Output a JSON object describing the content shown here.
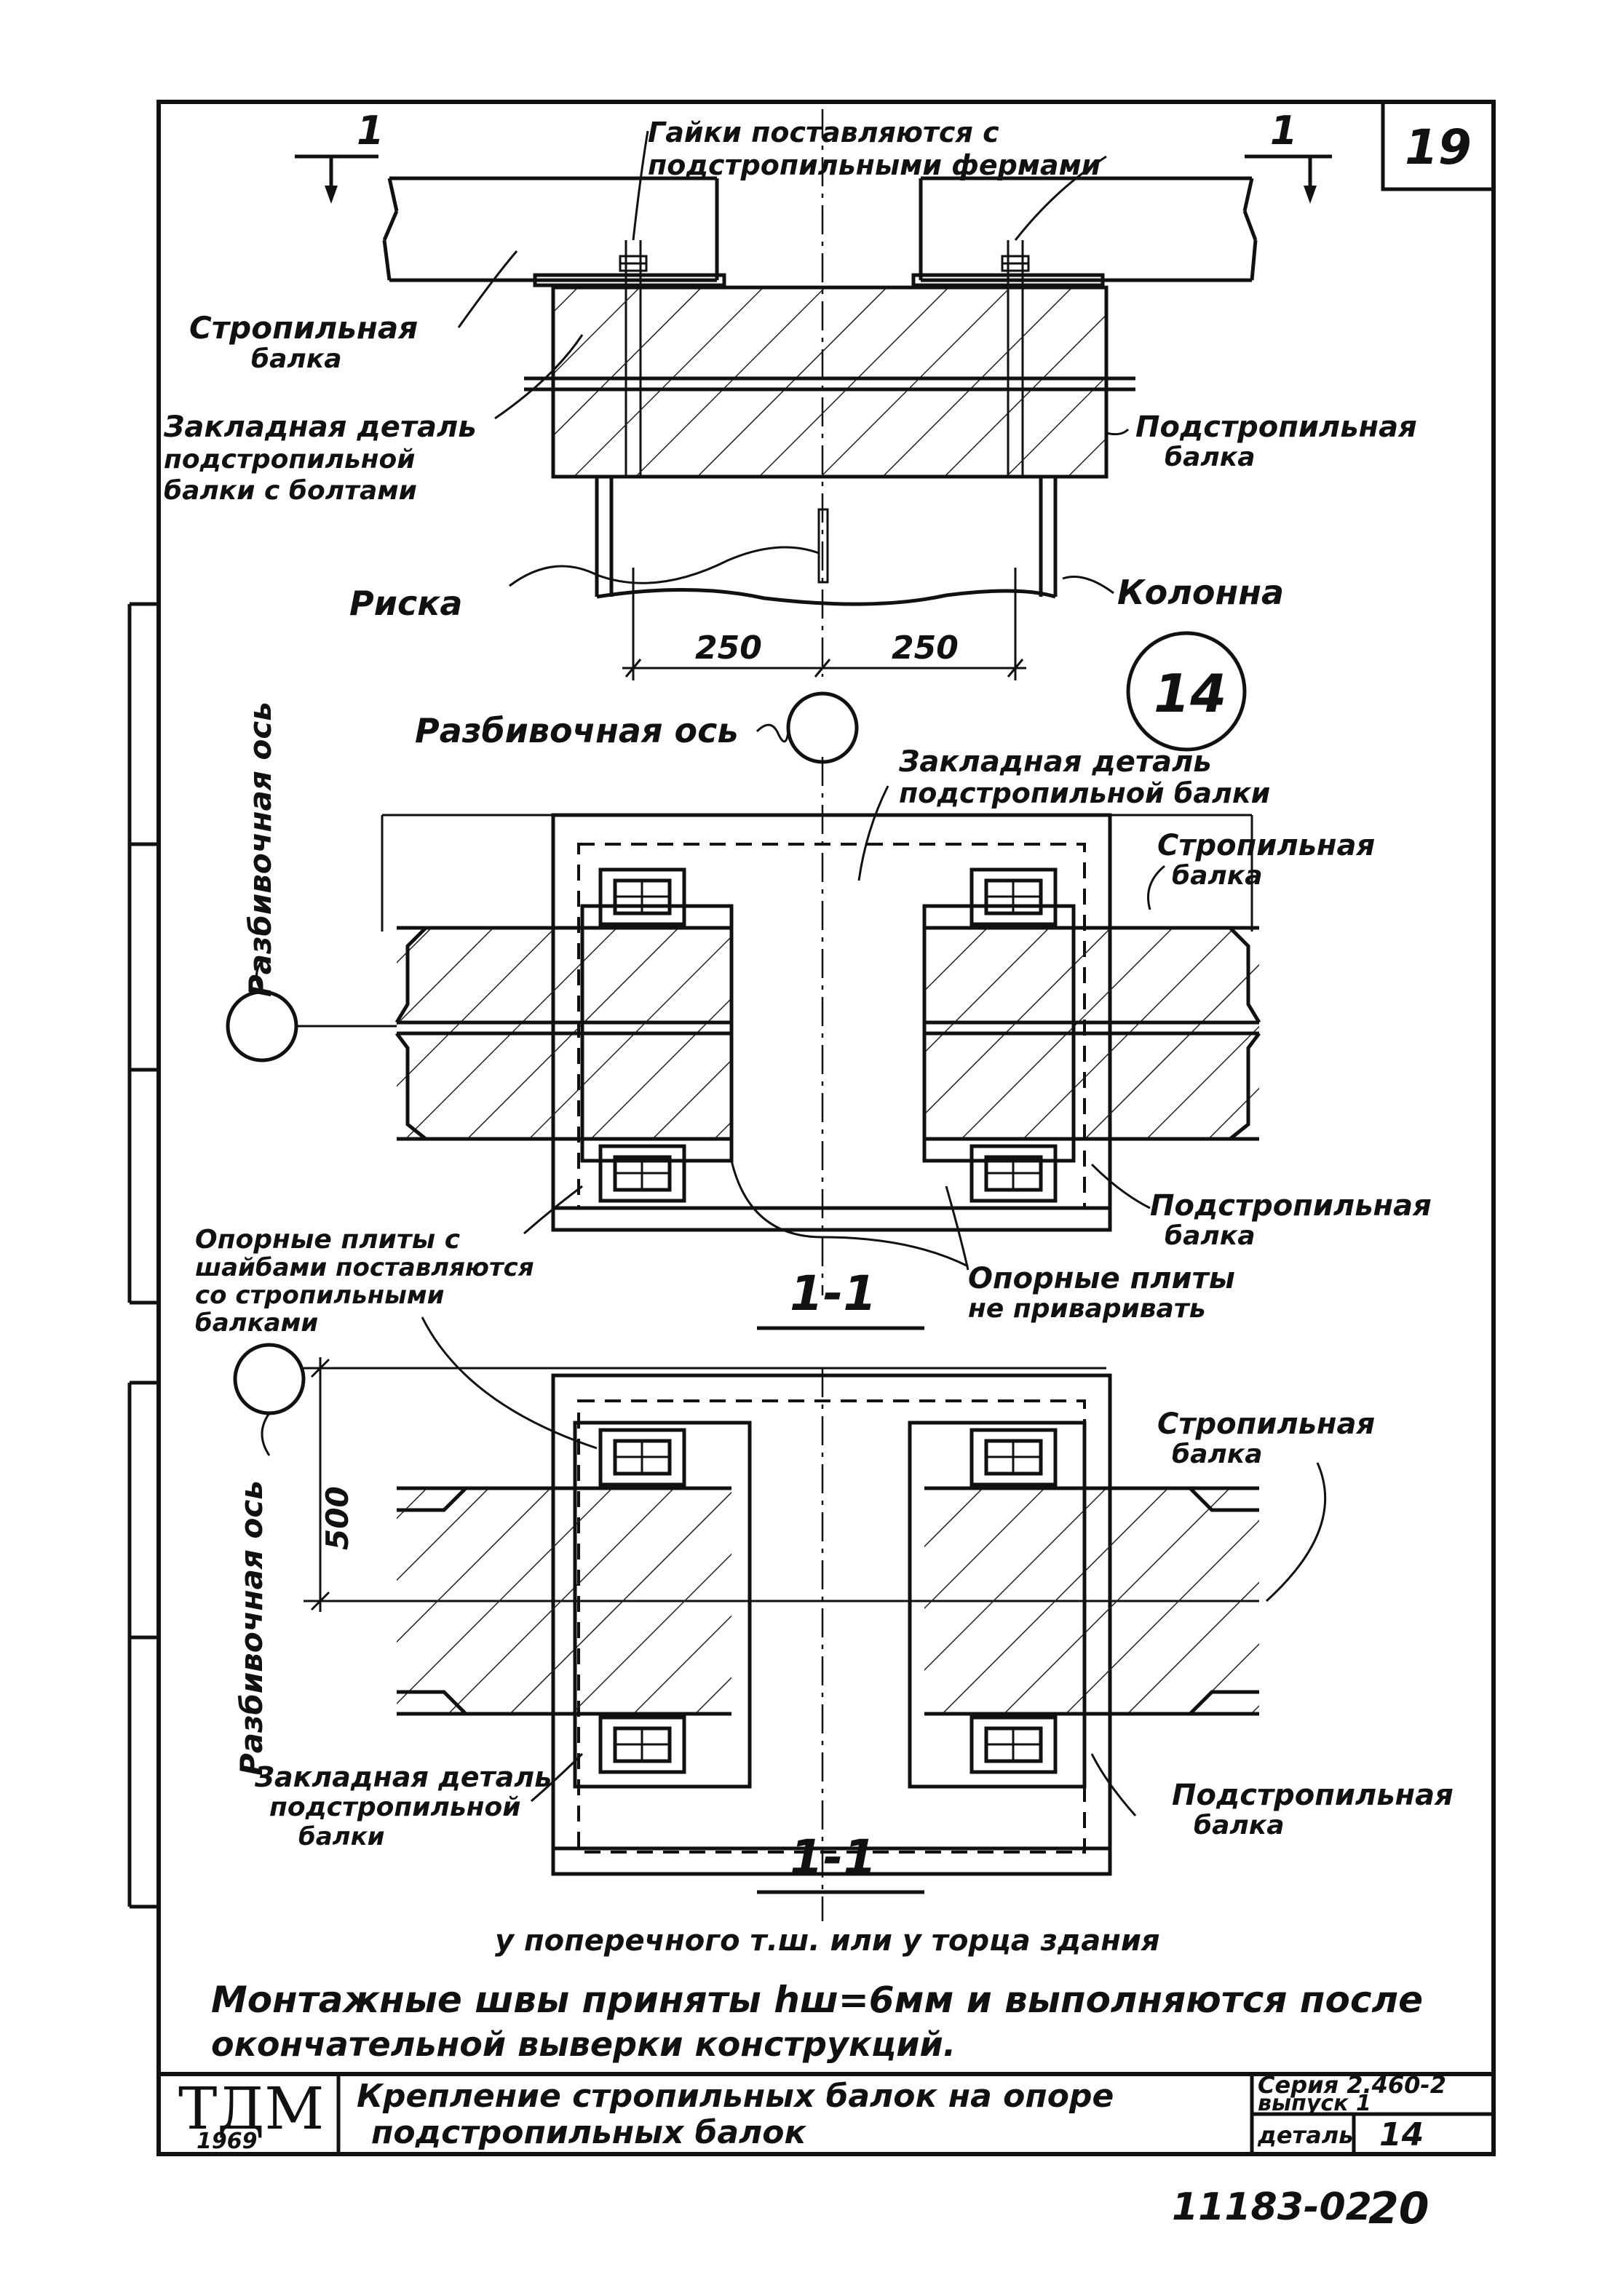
{
  "sheet_number": "19",
  "top_view": {
    "nuts_note_line1": "Гайки поставляются с",
    "nuts_note_line2": "подстропильными фермами",
    "section_mark_left": "1",
    "section_mark_right": "1",
    "rafter_beam_line1": "Стропильная",
    "rafter_beam_line2": "балка",
    "embedded_line1": "Закладная деталь",
    "embedded_line2": "подстропильной",
    "embedded_line3": "балки с болтами",
    "subrafter_line1": "Подстропильная",
    "subrafter_line2": "балка",
    "mark_label": "Риска",
    "column_label": "Колонна",
    "dim_left": "250",
    "dim_right": "250"
  },
  "detail_circle": "14",
  "layout_axis_label": "Разбивочная ось",
  "plan_1": {
    "embedded_line1": "Закладная деталь",
    "embedded_line2": "подстропильной балки",
    "rafter_line1": "Стропильная",
    "rafter_line2": "балка",
    "vertical_axis_label": "Разбивочная ось",
    "subrafter_line1": "Подстропильная",
    "subrafter_line2": "балка",
    "plates_washers_line1": "Опорные плиты с",
    "plates_washers_line2": "шайбами поставляются",
    "plates_washers_line3": "со стропильными",
    "plates_washers_line4": "балками",
    "plates_noweld_line1": "Опорные плиты",
    "plates_noweld_line2": "не приваривать",
    "section_title": "1-1"
  },
  "plan_2": {
    "vertical_axis_label": "Разбивочная ось",
    "dim_500": "500",
    "rafter_line1": "Стропильная",
    "rafter_line2": "балка",
    "embedded_line1": "Закладная деталь",
    "embedded_line2": "подстропильной",
    "embedded_line3": "балки",
    "subrafter_line1": "Подстропильная",
    "subrafter_line2": "балка",
    "section_title": "1-1",
    "caption": "у поперечного т.ш. или у торца здания"
  },
  "note_line1": "Монтажные швы приняты hш=6мм и выполняются после",
  "note_line2": "окончательной выверки конструкций.",
  "title_block": {
    "logo": "ТДМ",
    "year": "1969",
    "title_line1": "Крепление стропильных балок на опоре",
    "title_line2": "подстропильных балок",
    "series": "Серия 2.460-2",
    "issue": "выпуск 1",
    "detail_label": "деталь",
    "detail_number": "14"
  },
  "stamp_code": "11183-02",
  "page_number": "20"
}
